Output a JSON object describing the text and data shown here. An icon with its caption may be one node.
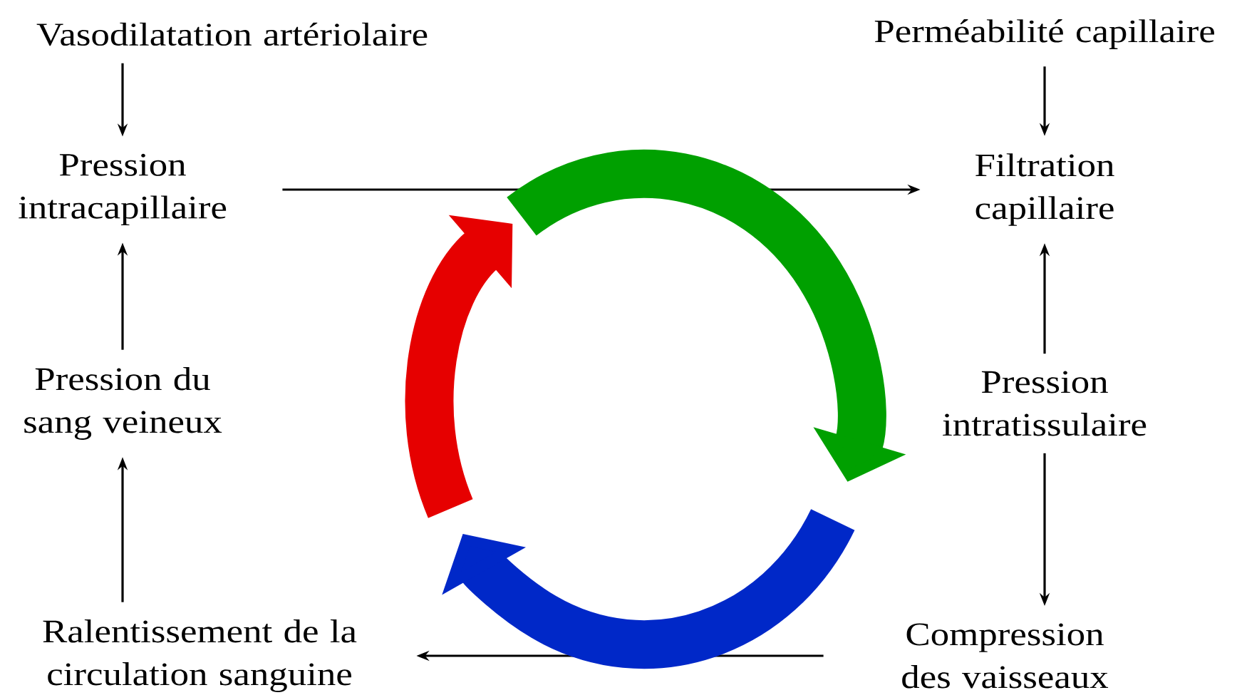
{
  "diagram": {
    "nodes": [
      {
        "text": [
          "Vasodilatation artériolaire"
        ]
      },
      {
        "text": [
          "Pression intracapillaire"
        ]
      },
      {
        "text": [
          "Perméabilité capillaire"
        ]
      },
      {
        "text": [
          "Filtration capillaire"
        ]
      },
      {
        "text": [
          "Pression intratissulaire"
        ]
      },
      {
        "text": [
          "Compression des vaisseaux"
        ]
      },
      {
        "text": [
          "Ralentissement de la circulation sanguine"
        ]
      },
      {
        "text": [
          "Pression du sang veineux"
        ]
      }
    ],
    "edges": [
      {
        "from": 0,
        "to": 1,
        "arrow": "to"
      },
      {
        "from": 1,
        "to": 3,
        "arrow": "to"
      },
      {
        "from": 2,
        "to": 3,
        "arrow": "to"
      },
      {
        "from": 4,
        "to": 3,
        "arrow": "to"
      },
      {
        "from": 4,
        "to": 5,
        "arrow": "to"
      },
      {
        "from": 5,
        "to": 6,
        "arrow": "to"
      },
      {
        "from": 6,
        "to": 7,
        "arrow": "to"
      },
      {
        "from": 7,
        "to": 1,
        "arrow": "to"
      }
    ]
  }
}
